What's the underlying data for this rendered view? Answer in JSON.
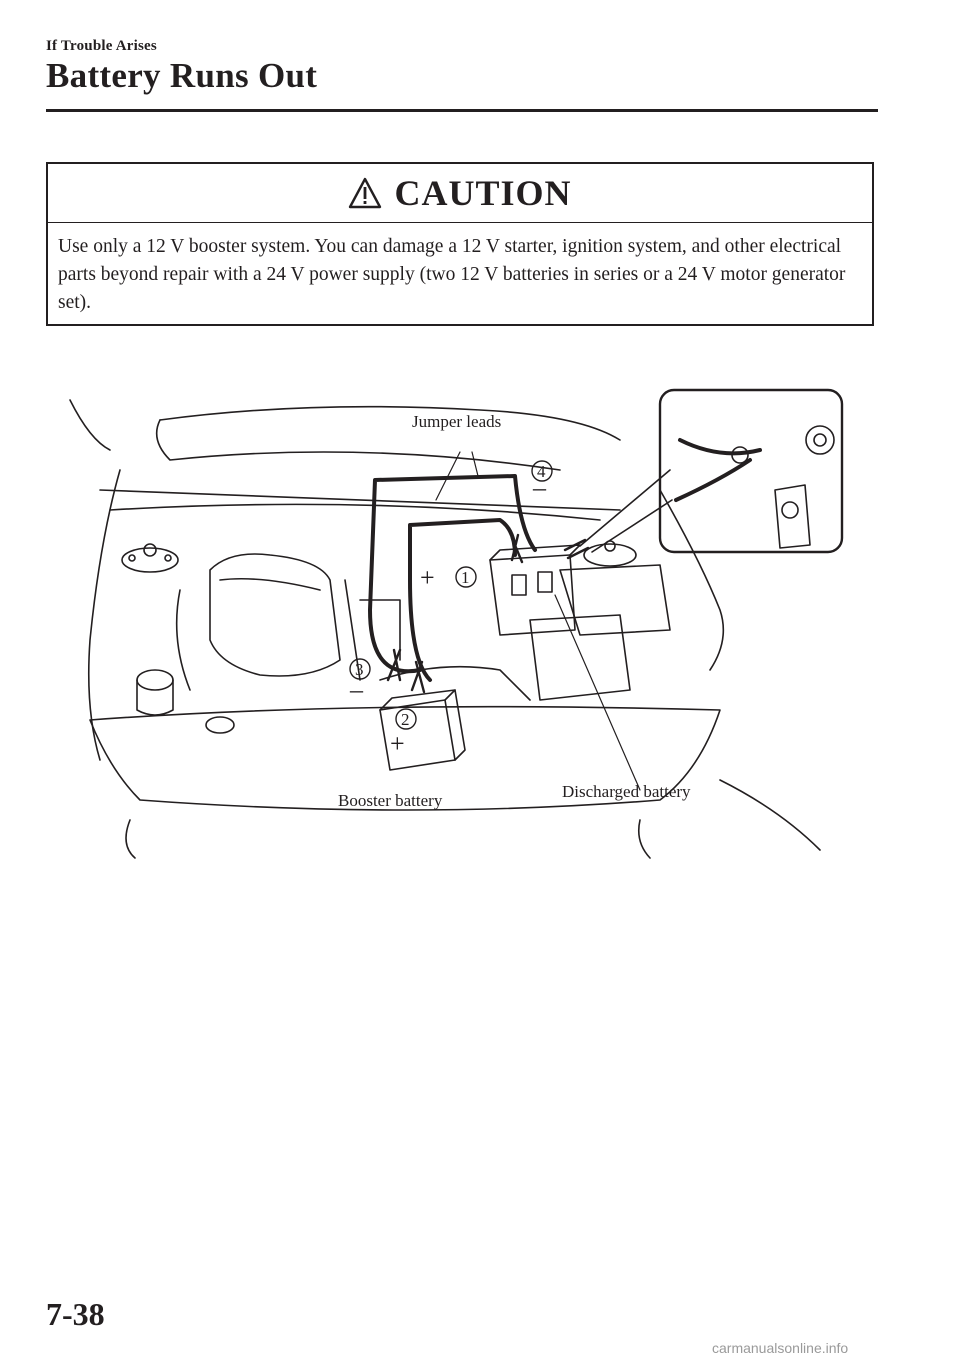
{
  "header": {
    "section": "If Trouble Arises",
    "title": "Battery Runs Out"
  },
  "caution": {
    "title": "CAUTION",
    "icon": "warning-triangle-icon",
    "text": "Use only a 12 V booster system. You can damage a 12 V starter, ignition system, and other electrical parts beyond repair with a 24 V power supply (two 12 V batteries in series or a 24 V motor generator set)."
  },
  "illustration": {
    "labels": {
      "jumper_leads": "Jumper leads",
      "booster_battery": "Booster battery",
      "discharged_battery": "Discharged battery"
    },
    "step_markers": [
      "1",
      "2",
      "3",
      "4"
    ],
    "polarity": {
      "plus": "+",
      "minus": "–"
    }
  },
  "footer": {
    "page_number": "7-38",
    "watermark": "carmanualsonline.info"
  }
}
